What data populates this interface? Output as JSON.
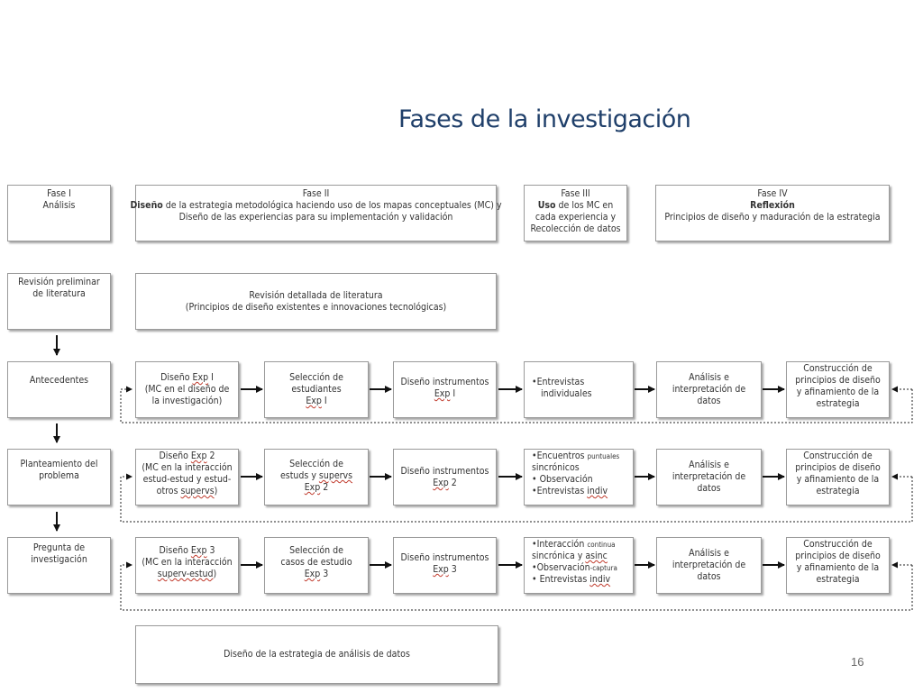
{
  "title": "Fases de la investigación",
  "page_number": "16",
  "phases": {
    "f1": {
      "l1": "Fase I",
      "l2": "Análisis"
    },
    "f2": {
      "l1": "Fase II",
      "l2b": "Diseño",
      "l2": " de la estrategia metodológica haciendo uso de los mapas conceptuales (MC) y",
      "l3": "Diseño de las experiencias para su implementación y validación"
    },
    "f3": {
      "l1": "Fase III",
      "l2b": "Uso",
      "l2": " de los MC en",
      "l3": "cada experiencia y",
      "l4": "Recolección de datos"
    },
    "f4": {
      "l1": "Fase IV",
      "l2": "Reflexión",
      "l3": "Principios de diseño y maduración de la estrategia"
    }
  },
  "left": {
    "revision": {
      "l1": "Revisión preliminar",
      "l2": "de literatura"
    },
    "antecedentes": "Antecedentes",
    "planteamiento": {
      "l1": "Planteamiento del",
      "l2": "problema"
    },
    "pregunta": {
      "l1": "Pregunta de",
      "l2": "investigación"
    }
  },
  "revision_detallada": {
    "l1": "Revisión detallada de literatura",
    "l2": "(Principios de diseño existentes e innovaciones tecnológicas)"
  },
  "row1": {
    "diseno": {
      "l1a": "Diseño ",
      "l1b": "Exp",
      "l1c": " I",
      "l2": "(MC en el diseño de",
      "l3": "la investigación)"
    },
    "seleccion": {
      "l1": "Selección de",
      "l2": "estudiantes",
      "l3a": "Exp",
      "l3b": " I"
    },
    "instrumentos": {
      "l1": "Diseño instrumentos",
      "l2a": "Exp",
      "l2b": " I"
    },
    "recoleccion": {
      "b1": "•Entrevistas",
      "b1b": "individuales"
    },
    "analisis": {
      "l1": "Análisis e",
      "l2": "interpretación de",
      "l3": "datos"
    },
    "construccion": {
      "l1": "Construcción de",
      "l2": "principios de diseño",
      "l3": "y afinamiento de la",
      "l4": "estrategia"
    }
  },
  "row2": {
    "diseno": {
      "l1a": "Diseño ",
      "l1b": "Exp",
      "l1c": " 2",
      "l2": "(MC en la interacción",
      "l3": "estud-estud y estud-",
      "l4a": "otros ",
      "l4b": "supervs",
      "l4c": ")"
    },
    "seleccion": {
      "l1": "Selección de",
      "l2a": "estuds y ",
      "l2b": "supervs",
      "l3a": "Exp",
      "l3b": " 2"
    },
    "instrumentos": {
      "l1": "Diseño instrumentos",
      "l2a": "Exp",
      "l2b": " 2"
    },
    "recoleccion": {
      "b1": "•Encuentros ",
      "b1s": "puntuales",
      "b1b": " sincrónicos",
      "b2": "• Observación",
      "b3a": "•Entrevistas ",
      "b3b": "indiv"
    },
    "analisis": {
      "l1": "Análisis e",
      "l2": "interpretación de",
      "l3": "datos"
    },
    "construccion": {
      "l1": "Construcción de",
      "l2": "principios de diseño",
      "l3": "y afinamiento de la",
      "l4": "estrategia"
    }
  },
  "row3": {
    "diseno": {
      "l1a": "Diseño ",
      "l1b": "Exp",
      "l1c": " 3",
      "l2": "(MC en la interacción",
      "l3a": "",
      "l3b": "superv-estud",
      "l3c": ")"
    },
    "seleccion": {
      "l1": "Selección de",
      "l2": "casos de estudio",
      "l3a": "Exp",
      "l3b": " 3"
    },
    "instrumentos": {
      "l1": "Diseño instrumentos",
      "l2a": "Exp",
      "l2b": " 3"
    },
    "recoleccion": {
      "b1": "•Interacción ",
      "b1s": "continua",
      "b1b": " sincrónica y ",
      "b1c": "asinc",
      "b2": "•Observación",
      "b2s": "-captura",
      "b3a": "• Entrevistas ",
      "b3b": "indiv"
    },
    "analisis": {
      "l1": "Análisis e",
      "l2": "interpretación de",
      "l3": "datos"
    },
    "construccion": {
      "l1": "Construcción de",
      "l2": "principios de diseño",
      "l3": "y afinamiento de la",
      "l4": "estrategia"
    }
  },
  "estrategia_analisis": "Diseño de la estrategia de análisis de datos",
  "colors": {
    "title": "#1f3f6a",
    "border": "#9a9a9a",
    "arrow": "#111111"
  },
  "icons": [
    "arrow-right-icon",
    "arrow-down-icon",
    "dotted-feedback-arrow-icon"
  ]
}
